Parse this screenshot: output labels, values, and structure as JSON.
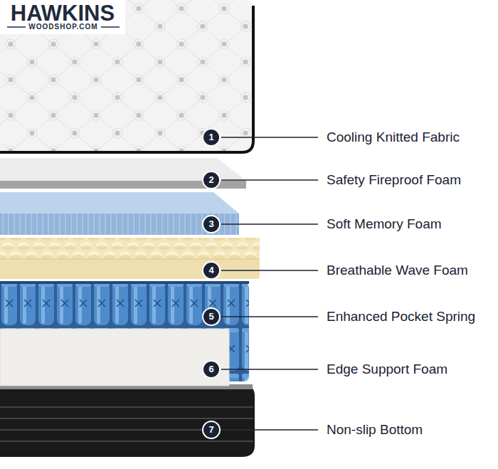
{
  "diagram": {
    "labels": [
      "HAWKINS",
      "WOODSHOP.COM",
      "1",
      "Cooling Knitted Fabric",
      "2",
      "Safety Fireproof Foam",
      "3",
      "Soft Memory Foam",
      "4",
      "Breathable Wave Foam",
      "5",
      "Enhanced Pocket Spring",
      "6",
      "Edge Support Foam",
      "7",
      "Non-slip Bottom"
    ]
  }
}
